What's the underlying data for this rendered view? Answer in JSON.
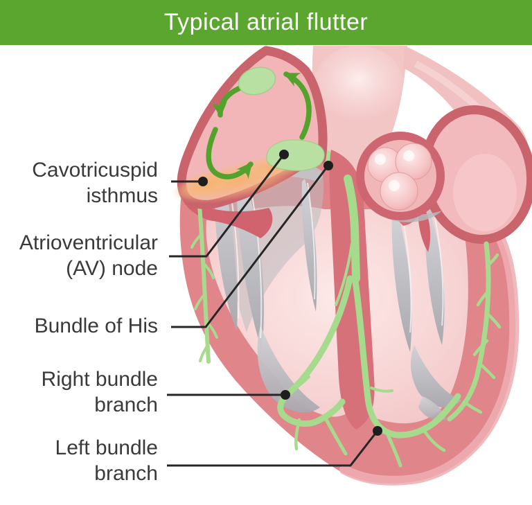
{
  "header": {
    "title": "Typical atrial flutter"
  },
  "labels": {
    "cavotricuspid": {
      "line1": "Cavotricuspid",
      "line2": "isthmus"
    },
    "av_node": {
      "line1": "Atrioventricular",
      "line2": "(AV) node"
    },
    "bundle_of_his": {
      "line1": "Bundle of His"
    },
    "right_bundle": {
      "line1": "Right bundle",
      "line2": "branch"
    },
    "left_bundle": {
      "line1": "Left bundle",
      "line2": "branch"
    }
  },
  "colors": {
    "header_green": "#5aa62f",
    "circuit_arrow_green": "#52a22c",
    "conduction_green": "#aedd95",
    "node_green": "#b7e0a2",
    "isthmus_orange": "#f6b978",
    "heart_border_rose": "#c9646d",
    "heart_wall_rose": "#e0858a",
    "cavity_pink": "#f7d3d3",
    "chordae_gray": "#bcbcc0",
    "label_text": "#3a3a3a",
    "leader_line": "#262626"
  },
  "diagram": {
    "subject": "Heart cross-section showing the typical atrial flutter re-entry circuit around the cavotricuspid isthmus and the cardiac conduction system"
  }
}
